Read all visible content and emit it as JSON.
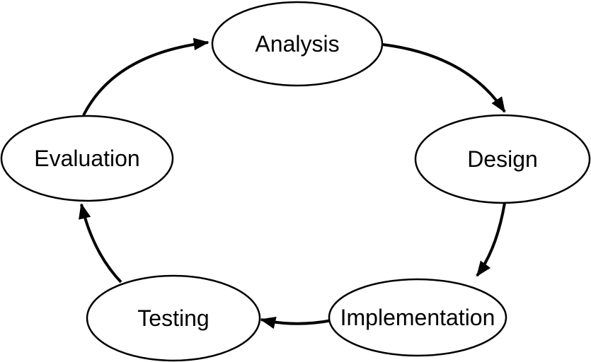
{
  "diagram": {
    "type": "cycle-flowchart",
    "background": "#ffffff",
    "stroke_color": "#000000",
    "nodes": [
      {
        "id": "analysis",
        "label": "Analysis",
        "position": "top"
      },
      {
        "id": "design",
        "label": "Design",
        "position": "right"
      },
      {
        "id": "implementation",
        "label": "Implementation",
        "position": "bottom-right"
      },
      {
        "id": "testing",
        "label": "Testing",
        "position": "bottom-left"
      },
      {
        "id": "evaluation",
        "label": "Evaluation",
        "position": "left"
      }
    ],
    "edges": [
      {
        "from": "analysis",
        "to": "design"
      },
      {
        "from": "design",
        "to": "implementation"
      },
      {
        "from": "implementation",
        "to": "testing"
      },
      {
        "from": "testing",
        "to": "evaluation"
      },
      {
        "from": "evaluation",
        "to": "analysis"
      }
    ]
  }
}
